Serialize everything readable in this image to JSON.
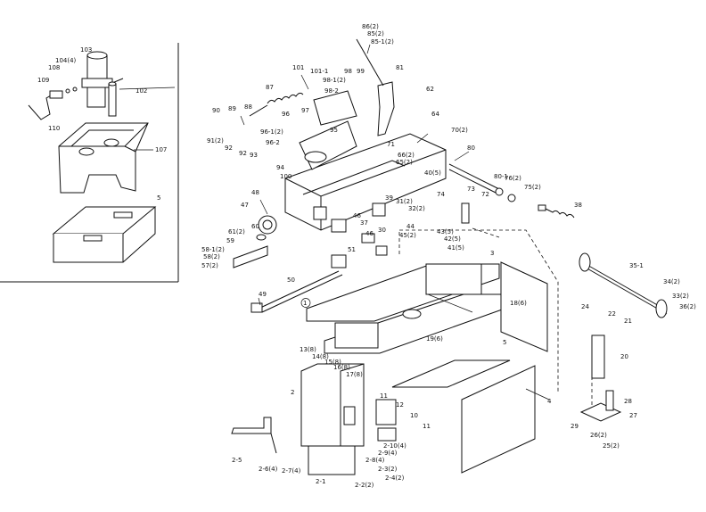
{
  "labels": [
    {
      "id": "l103",
      "text": "103"
    },
    {
      "id": "l104",
      "text": "104(4)"
    },
    {
      "id": "l108",
      "text": "108"
    },
    {
      "id": "l109",
      "text": "109"
    },
    {
      "id": "l110",
      "text": "110"
    },
    {
      "id": "l102",
      "text": "102"
    },
    {
      "id": "l107",
      "text": "107"
    },
    {
      "id": "l5a",
      "text": "5"
    },
    {
      "id": "l86",
      "text": "86(2)"
    },
    {
      "id": "l85",
      "text": "85(2)"
    },
    {
      "id": "l85b",
      "text": "85-1(2)"
    },
    {
      "id": "l81",
      "text": "81"
    },
    {
      "id": "l101",
      "text": "101"
    },
    {
      "id": "l101b",
      "text": "101-1"
    },
    {
      "id": "l98",
      "text": "98"
    },
    {
      "id": "l99",
      "text": "99"
    },
    {
      "id": "l98b",
      "text": "98-1(2)"
    },
    {
      "id": "l98c",
      "text": "98-2"
    },
    {
      "id": "l87",
      "text": "87"
    },
    {
      "id": "l62",
      "text": "62"
    },
    {
      "id": "l64",
      "text": "64"
    },
    {
      "id": "l70",
      "text": "70(2)"
    },
    {
      "id": "l90",
      "text": "90"
    },
    {
      "id": "l89",
      "text": "89"
    },
    {
      "id": "l88",
      "text": "88"
    },
    {
      "id": "l96",
      "text": "96"
    },
    {
      "id": "l97",
      "text": "97"
    },
    {
      "id": "l95",
      "text": "95"
    },
    {
      "id": "l96b",
      "text": "96-1(2)"
    },
    {
      "id": "l96c",
      "text": "96-2"
    },
    {
      "id": "l91",
      "text": "91(2)"
    },
    {
      "id": "l92",
      "text": "92"
    },
    {
      "id": "l92b",
      "text": "92"
    },
    {
      "id": "l93",
      "text": "93"
    },
    {
      "id": "l94",
      "text": "94"
    },
    {
      "id": "l100",
      "text": "100"
    },
    {
      "id": "l71",
      "text": "71"
    },
    {
      "id": "l66",
      "text": "66(2)"
    },
    {
      "id": "l65",
      "text": "65(2)"
    },
    {
      "id": "l80",
      "text": "80"
    },
    {
      "id": "l40",
      "text": "40(5)"
    },
    {
      "id": "l80b",
      "text": "80-1"
    },
    {
      "id": "l76",
      "text": "76(2)"
    },
    {
      "id": "l75",
      "text": "75(2)"
    },
    {
      "id": "l73",
      "text": "73"
    },
    {
      "id": "l72",
      "text": "72"
    },
    {
      "id": "l74",
      "text": "74"
    },
    {
      "id": "l39",
      "text": "39"
    },
    {
      "id": "l31",
      "text": "31(2)"
    },
    {
      "id": "l32",
      "text": "32(2)"
    },
    {
      "id": "l38",
      "text": "38"
    },
    {
      "id": "l48",
      "text": "48"
    },
    {
      "id": "l47",
      "text": "47"
    },
    {
      "id": "l46",
      "text": "46"
    },
    {
      "id": "l37",
      "text": "37"
    },
    {
      "id": "l46b",
      "text": "46"
    },
    {
      "id": "l30",
      "text": "30"
    },
    {
      "id": "l44",
      "text": "44"
    },
    {
      "id": "l45",
      "text": "45(2)"
    },
    {
      "id": "l43",
      "text": "43(5)"
    },
    {
      "id": "l42",
      "text": "42(5)"
    },
    {
      "id": "l41",
      "text": "41(5)"
    },
    {
      "id": "l60",
      "text": "60"
    },
    {
      "id": "l61",
      "text": "61(2)"
    },
    {
      "id": "l59",
      "text": "59"
    },
    {
      "id": "l58b",
      "text": "58-1(2)"
    },
    {
      "id": "l58",
      "text": "58(2)"
    },
    {
      "id": "l57",
      "text": "57(2)"
    },
    {
      "id": "l51",
      "text": "51"
    },
    {
      "id": "l50",
      "text": "50"
    },
    {
      "id": "l49",
      "text": "49"
    },
    {
      "id": "l3",
      "text": "3"
    },
    {
      "id": "l35",
      "text": "35-1"
    },
    {
      "id": "l34",
      "text": "34(2)"
    },
    {
      "id": "l33",
      "text": "33(2)"
    },
    {
      "id": "l36",
      "text": "36(2)"
    },
    {
      "id": "l24",
      "text": "24"
    },
    {
      "id": "l22",
      "text": "22"
    },
    {
      "id": "l21",
      "text": "21"
    },
    {
      "id": "l20",
      "text": "20"
    },
    {
      "id": "l18",
      "text": "18(6)"
    },
    {
      "id": "l19",
      "text": "19(6)"
    },
    {
      "id": "l1",
      "text": "1"
    },
    {
      "id": "l5b",
      "text": "5"
    },
    {
      "id": "l4",
      "text": "4"
    },
    {
      "id": "l13",
      "text": "13(8)"
    },
    {
      "id": "l14",
      "text": "14(8)"
    },
    {
      "id": "l15",
      "text": "15(8)"
    },
    {
      "id": "l16",
      "text": "16(8)"
    },
    {
      "id": "l17",
      "text": "17(8)"
    },
    {
      "id": "l2",
      "text": "2"
    },
    {
      "id": "l11",
      "text": "11"
    },
    {
      "id": "l12",
      "text": "12"
    },
    {
      "id": "l10",
      "text": "10"
    },
    {
      "id": "l11b",
      "text": "11"
    },
    {
      "id": "l210",
      "text": "2-10(4)"
    },
    {
      "id": "l29",
      "text": "2-9(4)"
    },
    {
      "id": "l28b",
      "text": "2-8(4)"
    },
    {
      "id": "l25",
      "text": "2-5"
    },
    {
      "id": "l26",
      "text": "2-6(4)"
    },
    {
      "id": "l27",
      "text": "2-7(4)"
    },
    {
      "id": "l23",
      "text": "2-3(2)"
    },
    {
      "id": "l24b",
      "text": "2-4(2)"
    },
    {
      "id": "l21b",
      "text": "2-1"
    },
    {
      "id": "l22b",
      "text": "2-2(2)"
    },
    {
      "id": "l28",
      "text": "28"
    },
    {
      "id": "l27b",
      "text": "27"
    },
    {
      "id": "l29b",
      "text": "29"
    },
    {
      "id": "l26b",
      "text": "26(2)"
    },
    {
      "id": "l25b",
      "text": "25(2)"
    }
  ]
}
